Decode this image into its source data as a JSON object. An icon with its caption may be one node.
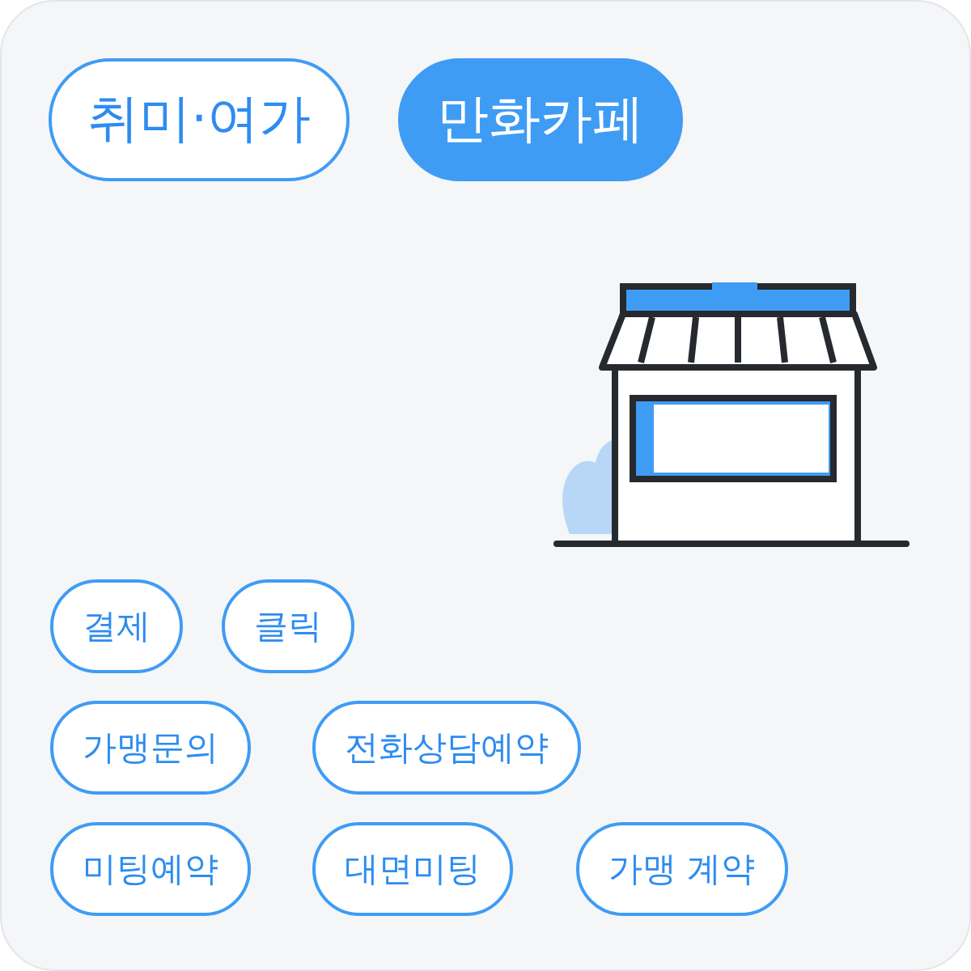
{
  "diagram": {
    "nodes": [
      {
        "text": [
          "취미·여가"
        ]
      },
      {
        "text": [
          "만화카페"
        ]
      },
      {
        "text": [
          "결제"
        ]
      },
      {
        "text": [
          "클릭"
        ]
      },
      {
        "text": [
          "가맹문의"
        ]
      },
      {
        "text": [
          "전화상담예약"
        ]
      },
      {
        "text": [
          "미팅예약"
        ]
      },
      {
        "text": [
          "대면미팅"
        ]
      },
      {
        "text": [
          "가맹 계약"
        ]
      }
    ]
  }
}
